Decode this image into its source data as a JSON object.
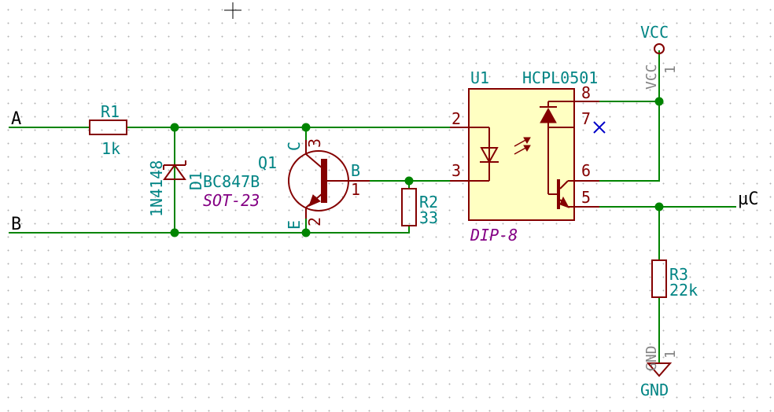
{
  "nets": {
    "a": "A",
    "b": "B",
    "uc": "µC"
  },
  "r1": {
    "ref": "R1",
    "value": "1k"
  },
  "d1": {
    "ref": "D1",
    "value": "1N4148"
  },
  "q1": {
    "ref": "Q1",
    "value": "BC847B",
    "footprint": "SOT-23",
    "pin_c_name": "C",
    "pin_c_num": "3",
    "pin_b_name": "B",
    "pin_b_num": "1",
    "pin_e_name": "E",
    "pin_e_num": "2"
  },
  "r2": {
    "ref": "R2",
    "value": "33"
  },
  "u1": {
    "ref": "U1",
    "value": "HCPL0501",
    "footprint": "DIP-8",
    "pins": {
      "p2": "2",
      "p3": "3",
      "p5": "5",
      "p6": "6",
      "p7": "7",
      "p8": "8"
    }
  },
  "r3": {
    "ref": "R3",
    "value": "22k"
  },
  "vcc": {
    "label": "VCC",
    "pin_name": "VCC",
    "pin_num": "1"
  },
  "gnd": {
    "label": "GND",
    "pin_name": "GND",
    "pin_num": "1"
  },
  "colors": {
    "wire": "#008400",
    "symbol": "#840000",
    "symbol_fill": "#ffffc2",
    "reference": "#008484",
    "footprint": "#840084",
    "no_connect": "#0000c8",
    "hidden_text": "#848484"
  }
}
